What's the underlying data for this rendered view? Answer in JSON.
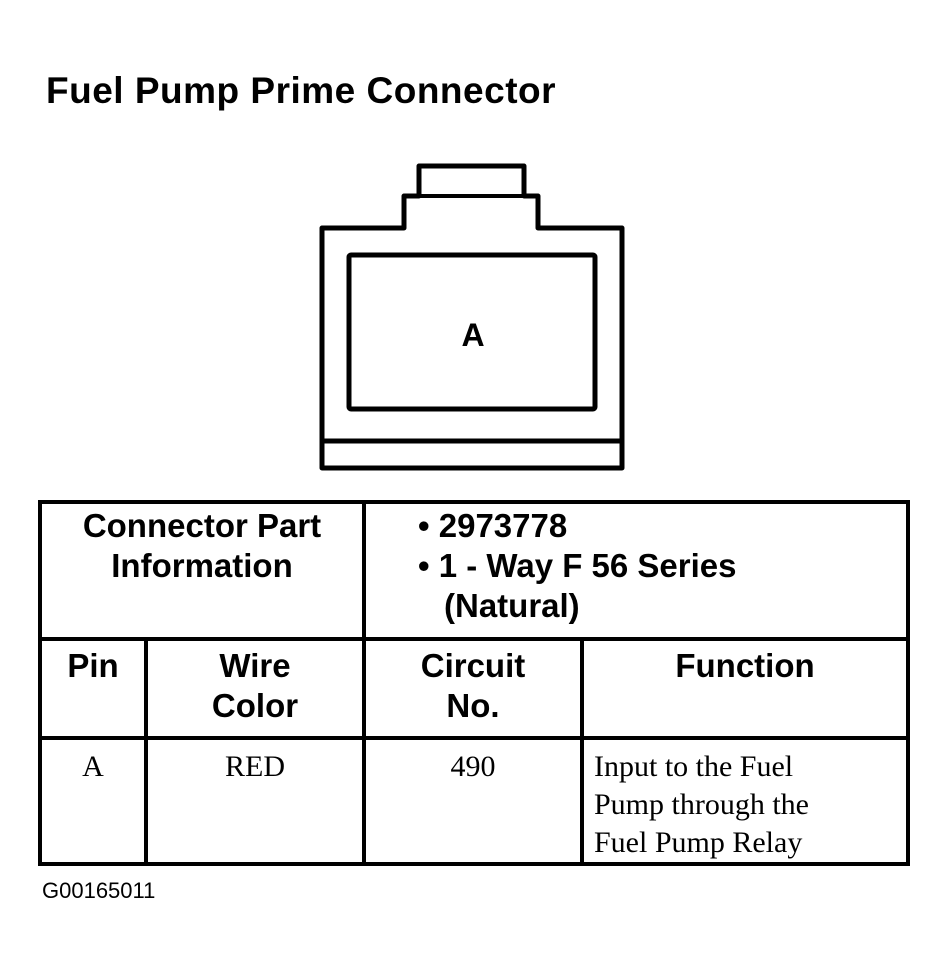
{
  "title": "Fuel Pump Prime Connector",
  "connector": {
    "cavity_label": "A"
  },
  "part_info": {
    "header_line1": "Connector Part",
    "header_line2": "Information",
    "bullet": "•",
    "part_number": "2973778",
    "description_line1": "1 - Way F 56 Series",
    "description_line2": "(Natural)"
  },
  "columns": {
    "pin": "Pin",
    "wire_color_line1": "Wire",
    "wire_color_line2": "Color",
    "circuit_line1": "Circuit",
    "circuit_line2": "No.",
    "function": "Function"
  },
  "rows": [
    {
      "pin": "A",
      "wire_color": "RED",
      "circuit": "490",
      "function_lines": [
        "Input to the Fuel",
        "Pump through the",
        "Fuel Pump Relay"
      ]
    }
  ],
  "figure_code": "G00165011"
}
